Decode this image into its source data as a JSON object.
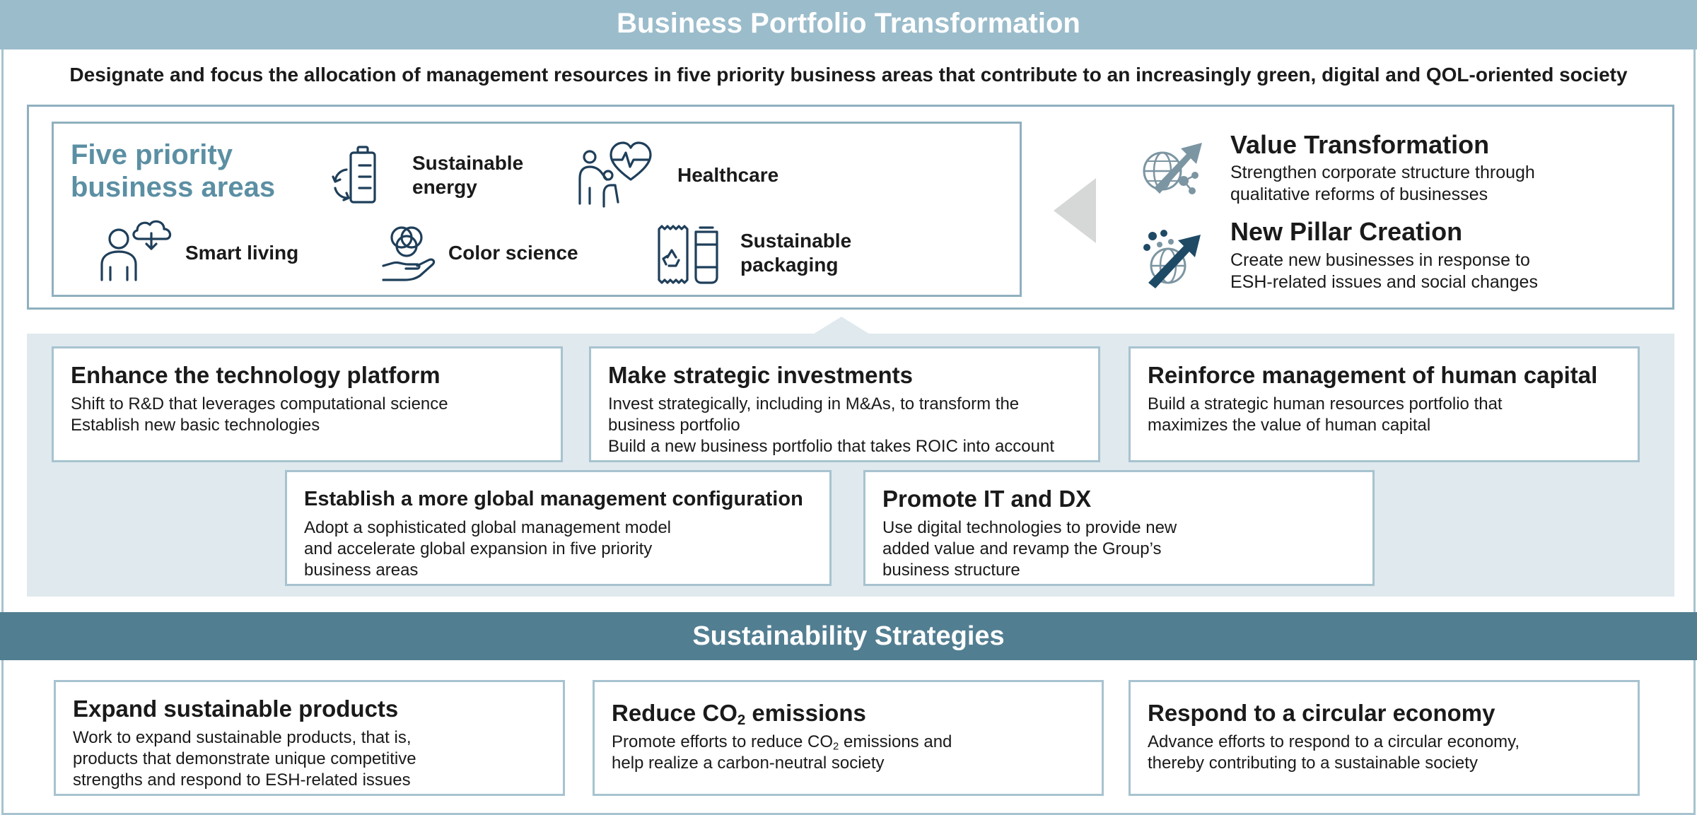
{
  "header": {
    "title": "Business Portfolio Transformation"
  },
  "lede": "Designate and focus the allocation of management resources in five priority business areas that contribute to an increasingly green, digital and QOL-oriented society",
  "priority": {
    "title_line1": "Five priority",
    "title_line2": "business areas",
    "areas": {
      "sustainable_energy": {
        "line1": "Sustainable",
        "line2": "energy",
        "icon": "battery-cycle-icon"
      },
      "healthcare": {
        "label": "Healthcare",
        "icon": "heart-pulse-icon"
      },
      "smart_living": {
        "label": "Smart living",
        "icon": "person-cloud-icon"
      },
      "color_science": {
        "label": "Color science",
        "icon": "color-hand-icon"
      },
      "sustainable_packaging": {
        "line1": "Sustainable",
        "line2": "packaging",
        "icon": "recycle-package-icon"
      }
    }
  },
  "transformation": {
    "value": {
      "title": "Value Transformation",
      "line1": "Strengthen corporate structure through",
      "line2": "qualitative reforms of businesses"
    },
    "pillar": {
      "title": "New Pillar Creation",
      "line1": "Create new businesses in response to",
      "line2": "ESH-related issues and social changes"
    }
  },
  "platform": {
    "tech": {
      "title": "Enhance the technology platform",
      "line1": "Shift to R&D that leverages computational science",
      "line2": "Establish new basic technologies"
    },
    "invest": {
      "title": "Make strategic investments",
      "line1": "Invest strategically, including in M&As, to transform the",
      "line2": "business portfolio",
      "line3": "Build a new business portfolio that takes ROIC into account"
    },
    "human": {
      "title": "Reinforce management of human capital",
      "line1": "Build a strategic human resources portfolio that",
      "line2": "maximizes the value of human capital"
    },
    "global": {
      "title": "Establish a more global management configuration",
      "line1": "Adopt a sophisticated global management model",
      "line2": "and accelerate global expansion in five priority",
      "line3": "business areas"
    },
    "itdx": {
      "title": "Promote IT and DX",
      "line1": "Use digital technologies to provide new",
      "line2": "added value and revamp the Group’s",
      "line3": "business structure"
    }
  },
  "sustainability": {
    "title": "Sustainability Strategies",
    "products": {
      "title": "Expand sustainable products",
      "line1": "Work to expand sustainable products, that is,",
      "line2": "products that demonstrate unique competitive",
      "line3": "strengths and respond to ESH-related issues"
    },
    "co2": {
      "title_pre": "Reduce CO",
      "title_sub": "2",
      "title_post": " emissions",
      "line1_pre": "Promote efforts to reduce CO",
      "line1_sub": "2",
      "line1_post": " emissions and",
      "line2": "help realize a carbon-neutral society"
    },
    "circular": {
      "title": "Respond to a circular economy",
      "line1": "Advance efforts to respond to a circular economy,",
      "line2": "thereby contributing to a sustainable society"
    }
  },
  "colors": {
    "top_band": "#9bbccb",
    "dark_band": "#527e91",
    "accent_text": "#5b8fa3",
    "icon": "#1f3f5a",
    "light_band": "#dfe9ee"
  }
}
